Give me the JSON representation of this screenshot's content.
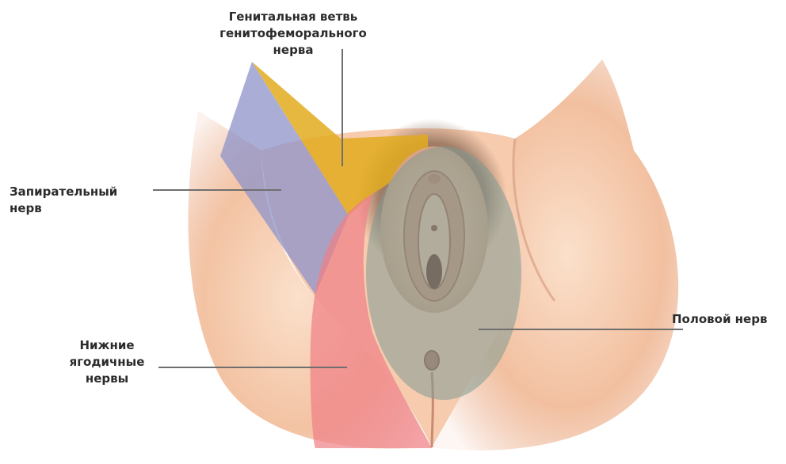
{
  "labels": {
    "genital_branch": [
      "Генитальная ветвь",
      "генитофеморального",
      "нерва"
    ],
    "obturator": [
      "Запирательный",
      "нерв"
    ],
    "pudendal": [
      "Половой нерв"
    ],
    "gluteal": [
      "Нижние",
      "ягодичные",
      "нервы"
    ]
  },
  "colors": {
    "skin": "#f3c3a3",
    "skin_shadow": "#d99879",
    "obturator_zone": "#8e93c9",
    "genitofemoral_zone": "#e2ac1e",
    "gluteal_zone": "#ef7f86",
    "pudendal_zone": "#8fa6a0",
    "leader_line": "#6f6f6f"
  }
}
